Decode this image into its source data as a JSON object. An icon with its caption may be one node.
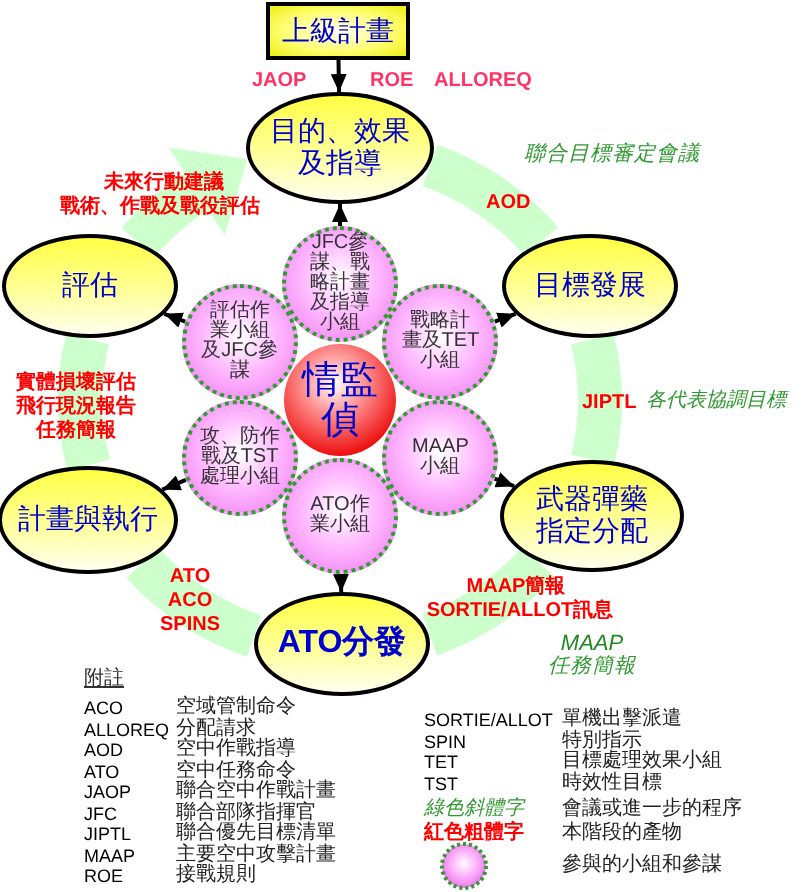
{
  "diagram": {
    "nodes": [
      {
        "text": [
          "上級計畫"
        ]
      },
      {
        "text": [
          "目的、效果及指導"
        ]
      },
      {
        "text": [
          "評估"
        ]
      },
      {
        "text": [
          "目標發展"
        ]
      },
      {
        "text": [
          "JFC參謀、戰略計畫及指導小組"
        ]
      },
      {
        "text": [
          "評估作業小組及JFC參謀"
        ]
      },
      {
        "text": [
          "戰略計畫及TET小組"
        ]
      },
      {
        "text": [
          "情監偵"
        ]
      },
      {
        "text": [
          "攻、防作戰及TST處理小組"
        ]
      },
      {
        "text": [
          "MAAP小組"
        ]
      },
      {
        "text": [
          "ATO作業小組"
        ]
      },
      {
        "text": [
          "計畫與執行"
        ]
      },
      {
        "text": [
          "武器彈藥指定分配"
        ]
      },
      {
        "text": [
          "ATO分發"
        ]
      }
    ],
    "edges": [
      {
        "from": 0,
        "to": 1,
        "arrow": "to"
      },
      {
        "from": 4,
        "to": 1,
        "arrow": "to"
      },
      {
        "from": 5,
        "to": 2,
        "arrow": "to"
      },
      {
        "from": 6,
        "to": 3,
        "arrow": "to"
      },
      {
        "from": 8,
        "to": 11,
        "arrow": "to"
      },
      {
        "from": 9,
        "to": 12,
        "arrow": "to"
      },
      {
        "from": 10,
        "to": 13,
        "arrow": "to"
      },
      {
        "from": 1,
        "to": 3,
        "arrow": "none",
        "style": "thick",
        "color": "#ccffcc"
      },
      {
        "from": 3,
        "to": 12,
        "arrow": "none",
        "style": "thick",
        "color": "#ccffcc"
      },
      {
        "from": 12,
        "to": 13,
        "arrow": "none",
        "style": "thick",
        "color": "#ccffcc"
      },
      {
        "from": 13,
        "to": 11,
        "arrow": "none",
        "style": "thick",
        "color": "#ccffcc"
      },
      {
        "from": 11,
        "to": 2,
        "arrow": "none",
        "style": "thick",
        "color": "#ccffcc"
      },
      {
        "from": 2,
        "to": 1,
        "arrow": "to",
        "style": "thick",
        "color": "#ccffcc"
      }
    ],
    "labels": [
      "JAOP",
      "ROE",
      "ALLOREQ",
      "聯合目標審定會議",
      "未來行動建議",
      "戰術、作戰及戰役評估",
      "AOD",
      "實體損壞評估",
      "飛行現況報告",
      "任務簡報",
      "JIPTL",
      "各代表協調目標",
      "ATO",
      "ACO",
      "SPINS",
      "MAAP簡報",
      "SORTIE/ALLOT訊息",
      "MAAP",
      "任務簡報",
      "附註",
      "ACO",
      "空域管制命令",
      "ALLOREQ",
      "分配請求",
      "AOD",
      "空中作戰指導",
      "ATO",
      "空中任務命令",
      "JAOP",
      "聯合空中作戰計畫",
      "JFC",
      "聯合部隊指揮官",
      "JIPTL",
      "聯合優先目標清單",
      "MAAP",
      "主要空中攻擊計畫",
      "ROE",
      "接戰規則",
      "SORTIE/ALLOT",
      "單機出擊派遣",
      "SPIN",
      "特別指示",
      "TET",
      "目標處理效果小組",
      "TST",
      "時效性目標",
      "綠色斜體字",
      "會議或進一步的程序",
      "紅色粗體字",
      "本階段的產物"
    ],
    "legend": [
      {
        "text": "參與的小組和參謀"
      }
    ]
  }
}
